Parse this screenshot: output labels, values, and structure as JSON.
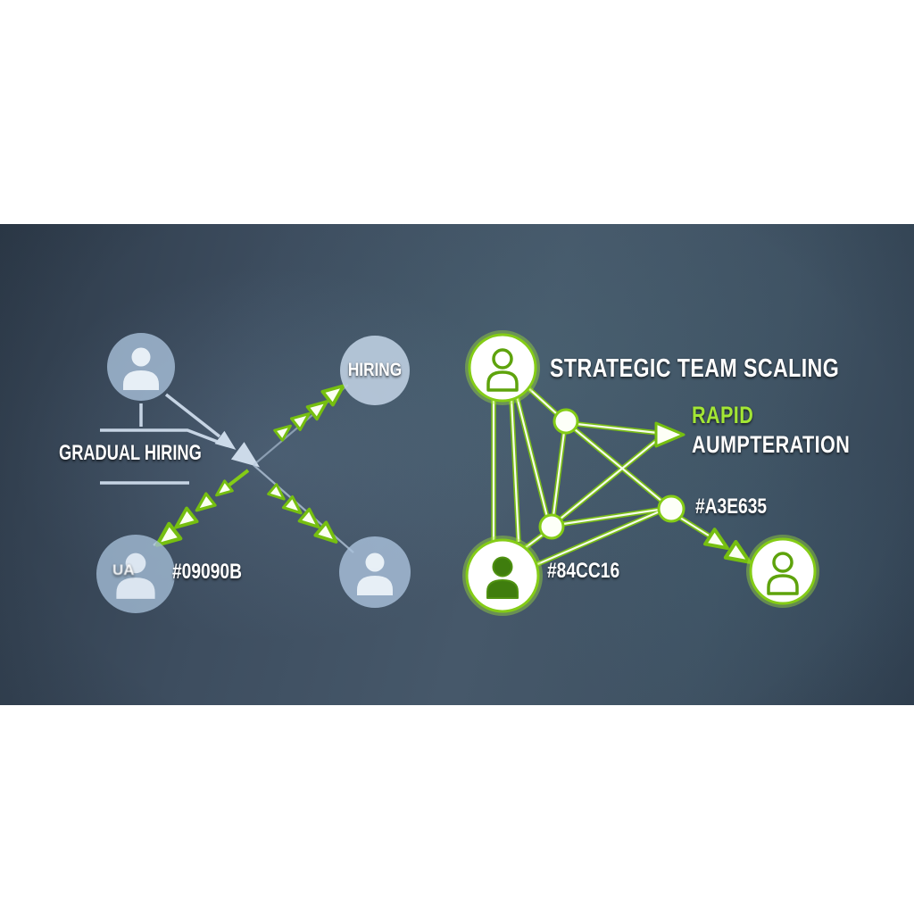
{
  "frame": {
    "page_background": "#FFFFFF",
    "band_background": "#3D4E60",
    "accent_colors": {
      "lime": "#84CC16",
      "lime_light": "#A3E635",
      "steel_blue": "#C6D4E4",
      "white": "#FFFFFF"
    }
  },
  "left_diagram": {
    "caption": "GRADUAL HIRING",
    "hiring_node_label": "HIRING",
    "bottom_left_node_overlay": "UA",
    "color_code_label": "#09090B",
    "icon": "person-icon",
    "nodes": [
      "person-top-left",
      "hiring-circle",
      "person-bottom-left",
      "person-bottom-middle"
    ]
  },
  "right_diagram": {
    "title": "STRATEGIC TEAM SCALING",
    "arrow_caption_line1": "RAPID",
    "arrow_caption_line2": "AUMPTERATION",
    "color_code_label_1": "#A3E635",
    "color_code_label_2": "#84CC16",
    "icon": "person-icon",
    "nodes": [
      "person-top",
      "person-bottom-left",
      "person-bottom-right",
      "junction-1",
      "junction-2",
      "junction-3"
    ]
  }
}
